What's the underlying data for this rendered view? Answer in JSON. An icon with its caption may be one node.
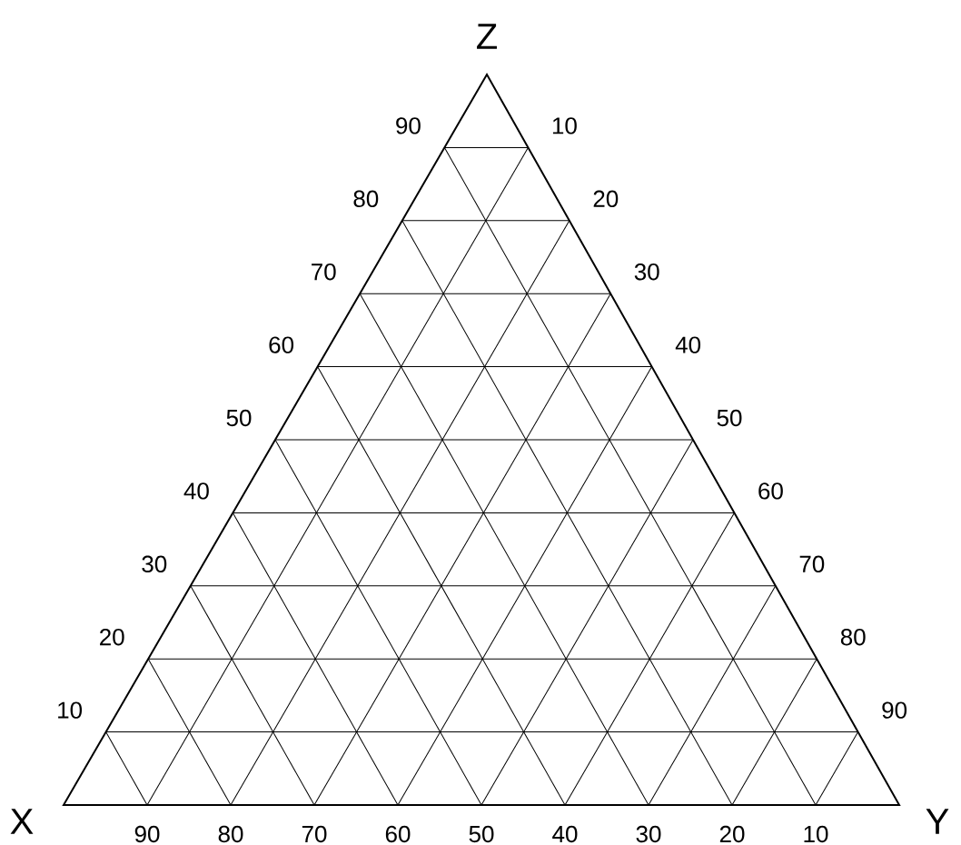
{
  "diagram": {
    "labels": [
      "Z",
      "X",
      "Y",
      "90",
      "80",
      "70",
      "60",
      "50",
      "40",
      "30",
      "20",
      "10",
      "10",
      "20",
      "30",
      "40",
      "50",
      "60",
      "70",
      "80",
      "90",
      "90",
      "80",
      "70",
      "60",
      "50",
      "40",
      "30",
      "20",
      "10"
    ]
  }
}
